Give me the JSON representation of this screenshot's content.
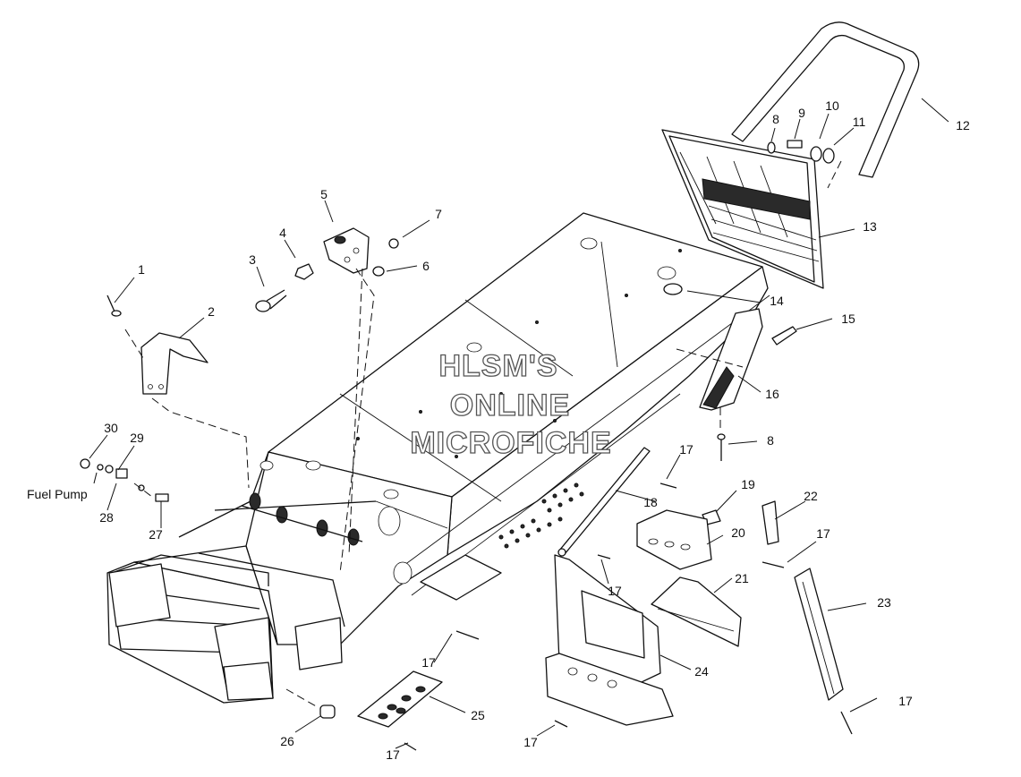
{
  "watermark": {
    "line1": "HLSM'S",
    "line2": "ONLINE",
    "line3": "MICROFICHE"
  },
  "callouts": {
    "c1": "1",
    "c2": "2",
    "c3": "3",
    "c4": "4",
    "c5": "5",
    "c6": "6",
    "c7": "7",
    "c8a": "8",
    "c8b": "8",
    "c9": "9",
    "c10": "10",
    "c11": "11",
    "c12": "12",
    "c13": "13",
    "c14": "14",
    "c15": "15",
    "c16": "16",
    "c17a": "17",
    "c17b": "17",
    "c17c": "17",
    "c17d": "17",
    "c17e": "17",
    "c17f": "17",
    "c17g": "17",
    "c18": "18",
    "c19": "19",
    "c20": "20",
    "c21": "21",
    "c22": "22",
    "c23": "23",
    "c24": "24",
    "c25": "25",
    "c26": "26",
    "c27": "27",
    "c28": "28",
    "c29": "29",
    "c30": "30"
  },
  "fuel_pump_label": "Fuel Pump"
}
